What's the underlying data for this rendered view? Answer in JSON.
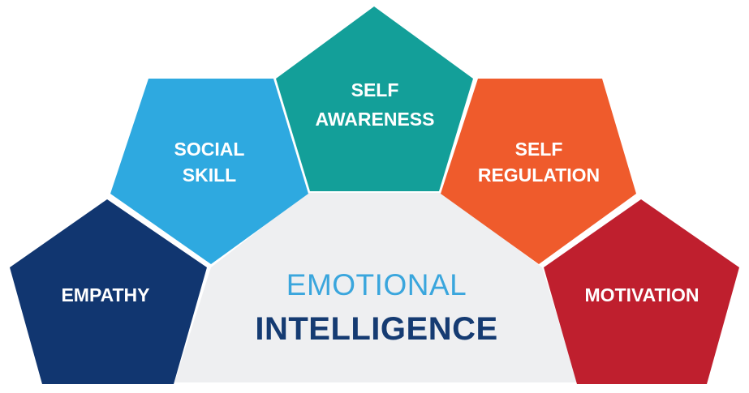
{
  "center": {
    "line1": "EMOTIONAL",
    "line2": "INTELLIGENCE",
    "line1_color": "#3aa6dd",
    "line2_color": "#153b72",
    "fill": "#eeeff1"
  },
  "pentagons": {
    "empathy": {
      "label_1": "EMPATHY",
      "color": "#113670"
    },
    "social_skill": {
      "label_1": "SOCIAL",
      "label_2": "SKILL",
      "color": "#2ea9e0"
    },
    "self_awareness": {
      "label_1": "SELF",
      "label_2": "AWARENESS",
      "color": "#139f99"
    },
    "self_regulation": {
      "label_1": "SELF",
      "label_2": "REGULATION",
      "color": "#ef5b2c"
    },
    "motivation": {
      "label_1": "MOTIVATION",
      "color": "#bf1f2e"
    }
  }
}
